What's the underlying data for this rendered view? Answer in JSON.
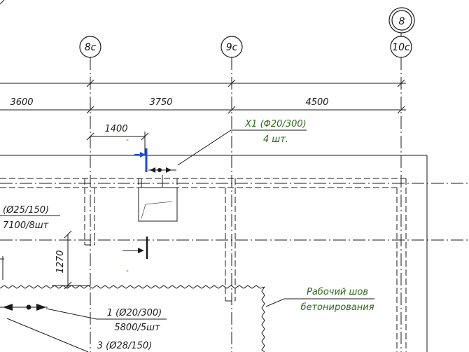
{
  "axes": {
    "top_bubble": "8",
    "a1": "8c",
    "a2": "9c",
    "a3": "10c"
  },
  "dimensions": {
    "d1": "3600",
    "d2": "3750",
    "d3": "4500",
    "d_1400": "1400",
    "d_1270": "1270"
  },
  "callouts": {
    "x1_top": "X1 (Φ20/300)",
    "x1_bottom": "4 шт.",
    "left_top": "(Ø25/150)",
    "left_bottom": "7100/8шт",
    "c1_top": "1 (Ø20/300)",
    "c1_bottom": "5800/5шт",
    "c3_top": "3 (Ø28/150)",
    "joint_top": "Рабочий шов",
    "joint_bottom": "бетонирования"
  },
  "colors": {
    "line": "#1a1a1a",
    "green": "#2c6a1a",
    "blue": "#1f4fd0"
  }
}
